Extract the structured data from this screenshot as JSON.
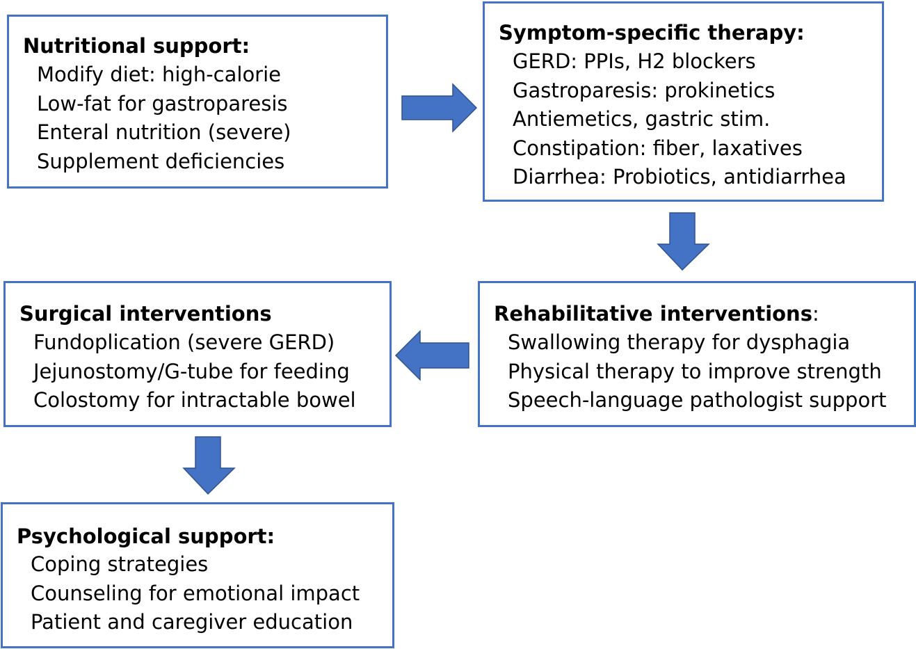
{
  "diagram": {
    "boxes": {
      "nutritional": {
        "title": "Nutritional support:",
        "items": [
          "Modify diet: high-calorie",
          "Low-fat for gastroparesis",
          "Enteral nutrition (severe)",
          "Supplement deficiencies"
        ]
      },
      "symptom": {
        "title": "Symptom-specific therapy:",
        "items": [
          "GERD: PPIs, H2 blockers",
          "Gastroparesis: prokinetics",
          "Antiemetics, gastric stim.",
          "Constipation: fiber, laxatives",
          "Diarrhea: Probiotics, antidiarrhea"
        ]
      },
      "rehab": {
        "title": "Rehabilitative interventions",
        "title_suffix": ":",
        "items": [
          "Swallowing therapy for dysphagia",
          "Physical therapy to improve strength",
          "Speech-language pathologist support"
        ]
      },
      "surgical": {
        "title": "Surgical interventions",
        "items": [
          "Fundoplication (severe GERD)",
          "Jejunostomy/G-tube for feeding",
          "Colostomy for intractable bowel"
        ]
      },
      "psych": {
        "title": "Psychological support:",
        "items": [
          "Coping strategies",
          "Counseling for emotional impact",
          "Patient and caregiver education"
        ]
      }
    },
    "colors": {
      "box_border": "#4472C4",
      "arrow_fill": "#4472C4",
      "arrow_stroke": "#2F528F"
    }
  }
}
